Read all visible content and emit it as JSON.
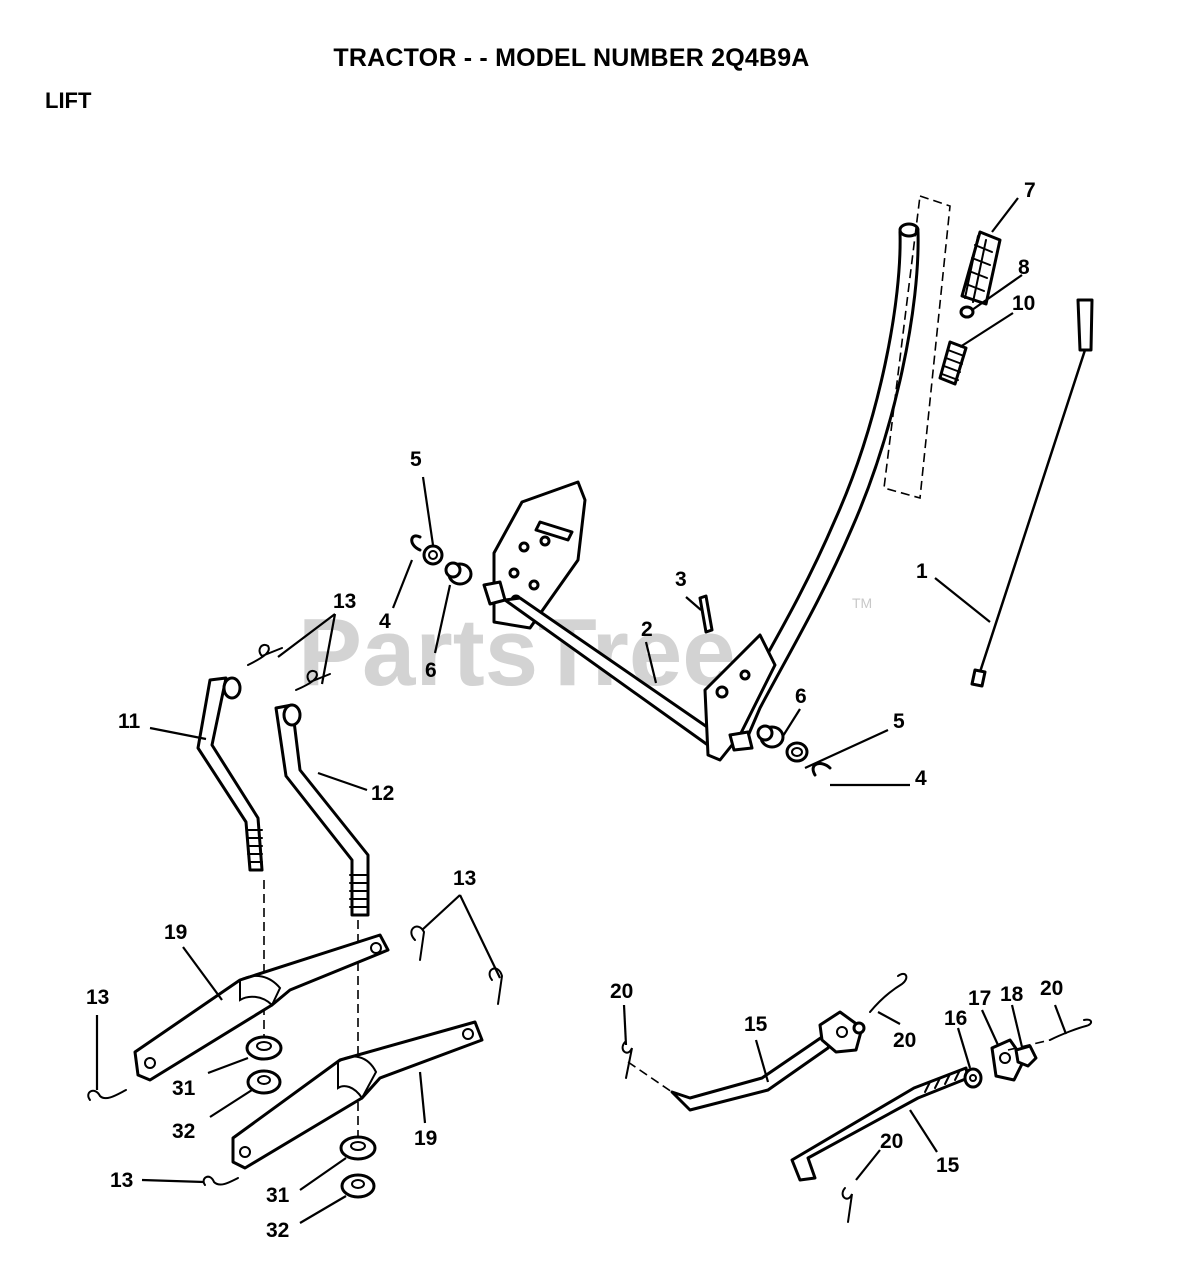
{
  "header": {
    "title": "TRACTOR - - MODEL NUMBER 2Q4B9A",
    "section": "LIFT"
  },
  "watermark": {
    "text": "PartsTree",
    "trademark": "TM"
  },
  "callouts": {
    "c1": "1",
    "c2": "2",
    "c3": "3",
    "c4a": "4",
    "c4b": "4",
    "c5a": "5",
    "c5b": "5",
    "c6a": "6",
    "c6b": "6",
    "c7": "7",
    "c8": "8",
    "c10": "10",
    "c11": "11",
    "c12": "12",
    "c13a": "13",
    "c13b": "13",
    "c13c": "13",
    "c13d": "13",
    "c15a": "15",
    "c15b": "15",
    "c16": "16",
    "c17": "17",
    "c18": "18",
    "c19a": "19",
    "c19b": "19",
    "c20a": "20",
    "c20b": "20",
    "c20c": "20",
    "c20d": "20",
    "c31a": "31",
    "c31b": "31",
    "c32a": "32",
    "c32b": "32"
  }
}
